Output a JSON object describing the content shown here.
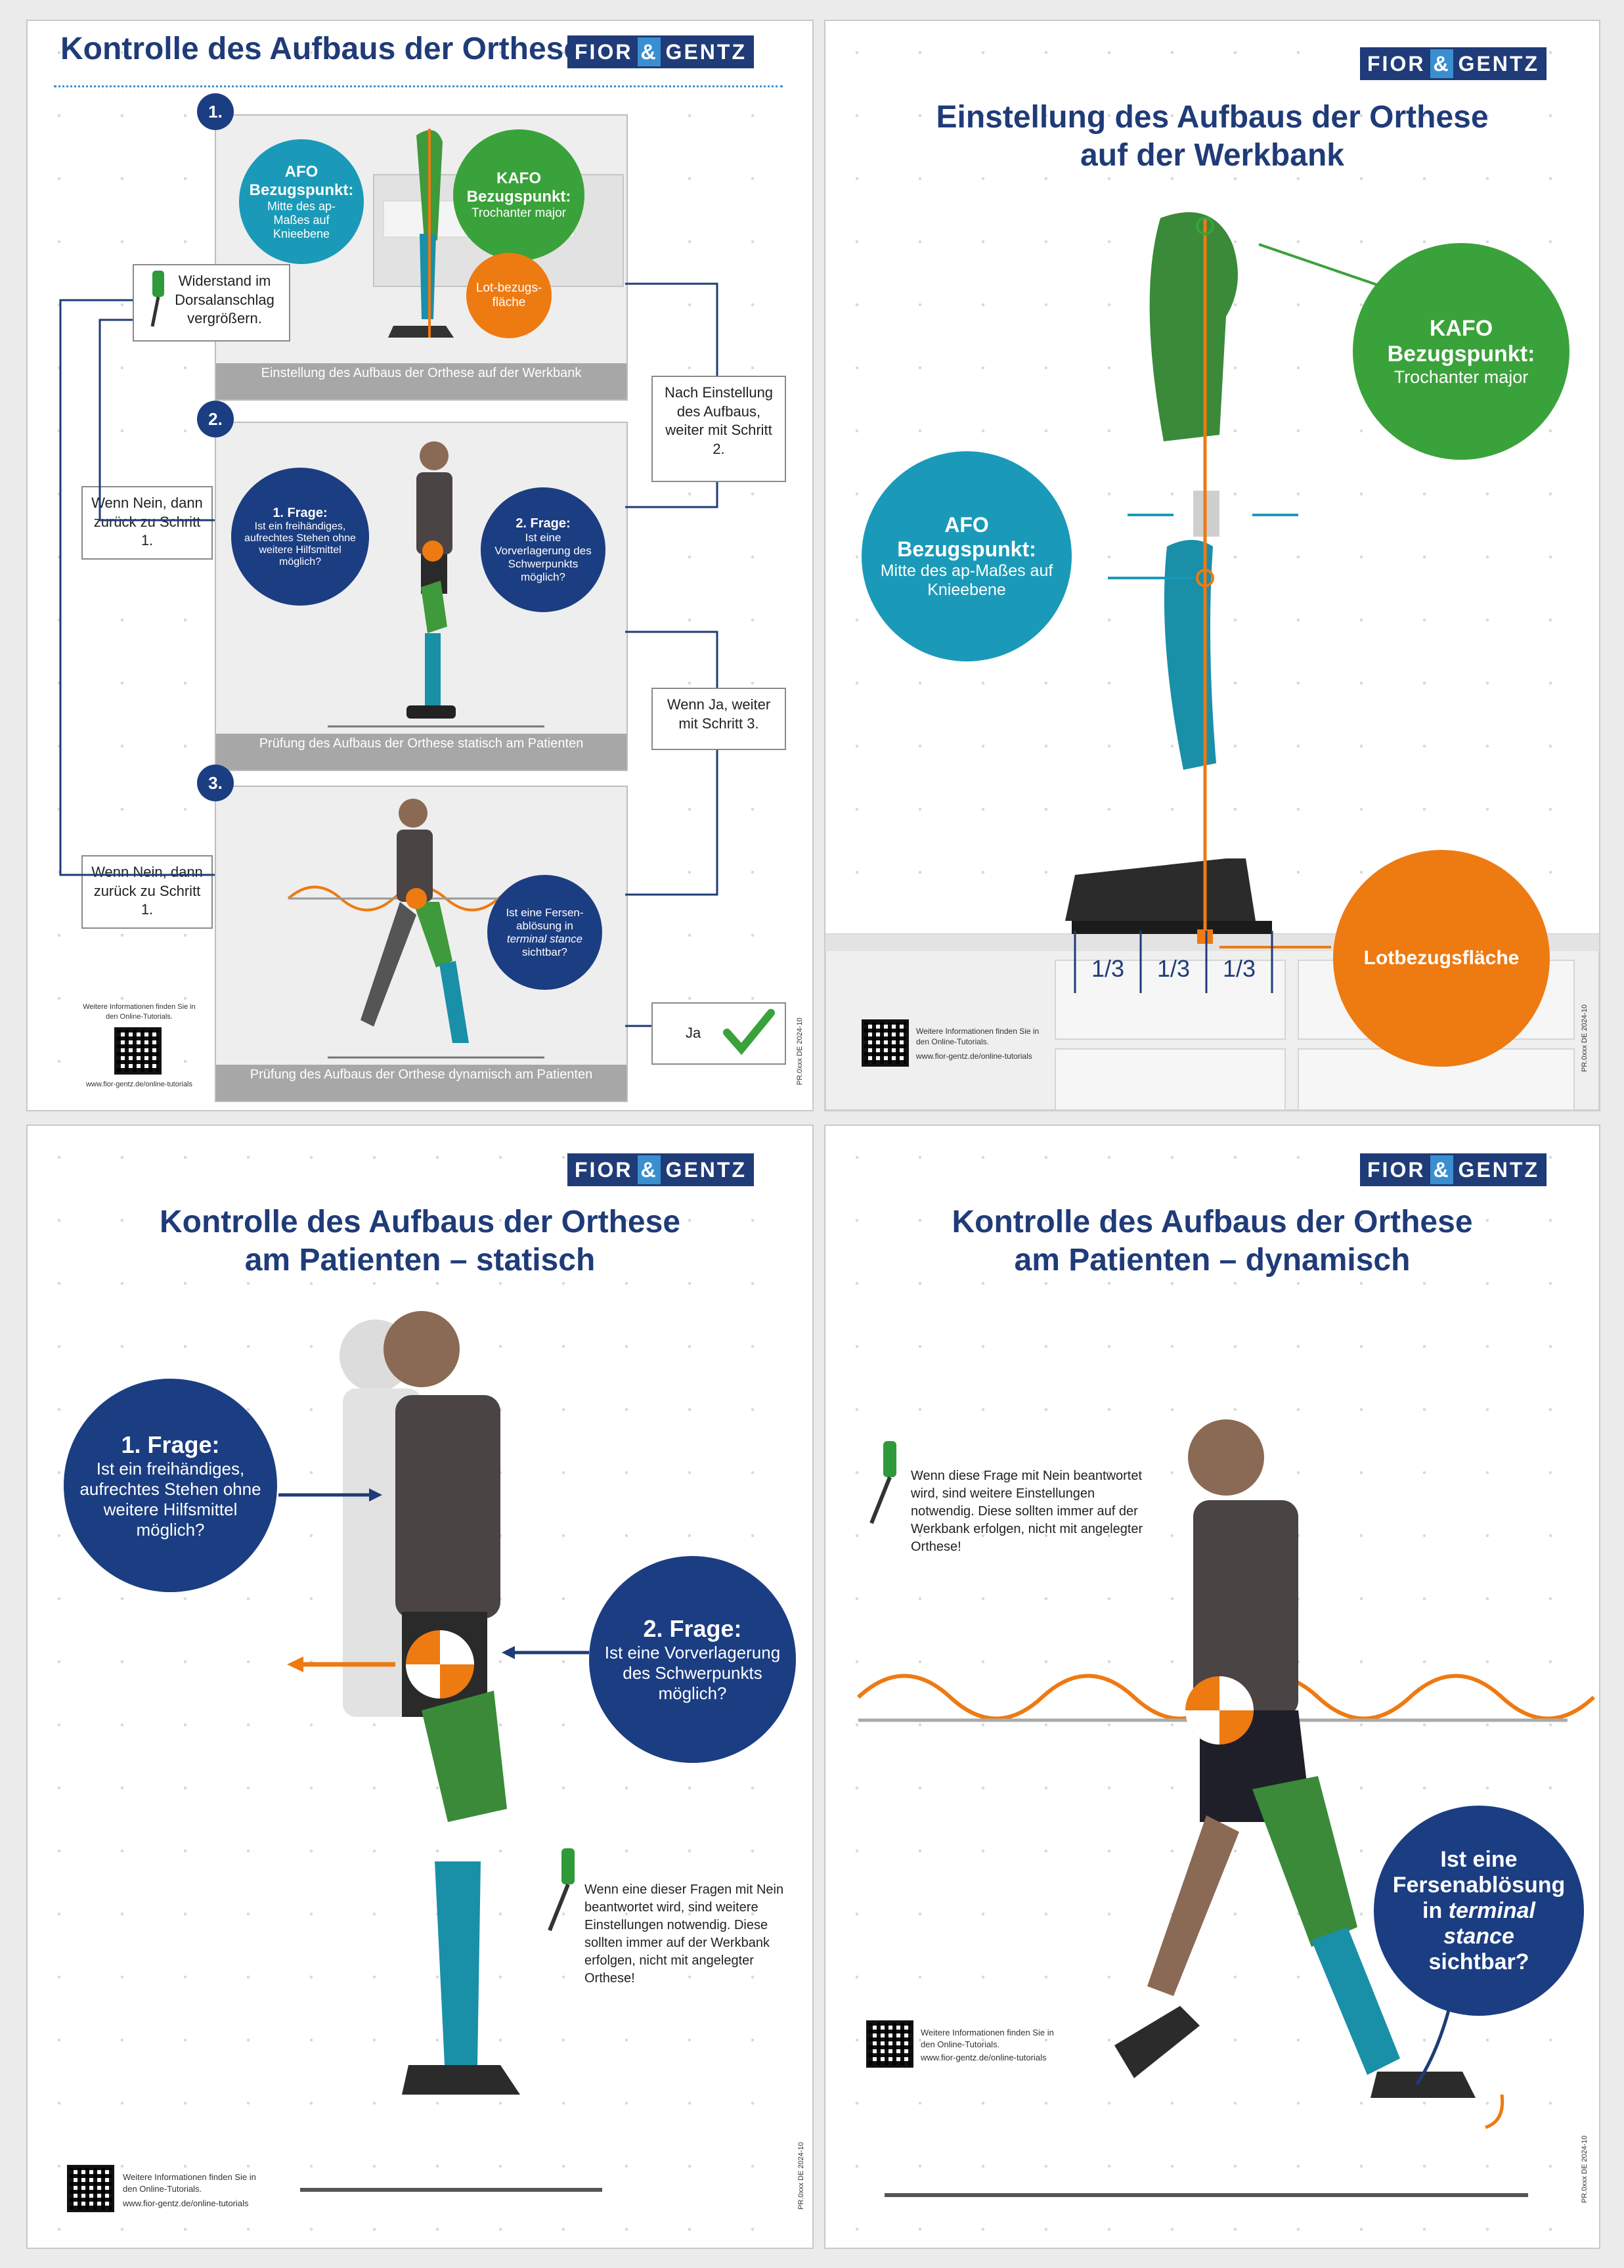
{
  "brand": {
    "left": "FIOR",
    "amp": "&",
    "right": "GENTZ"
  },
  "p1": {
    "title": "Kontrolle des Aufbaus der Orthese",
    "step1": {
      "num": "1.",
      "caption": "Einstellung des Aufbaus der Orthese auf der Werkbank",
      "afo_title": "AFO Bezugspunkt:",
      "afo_text": "Mitte des ap-Maßes auf Knieebene",
      "kafo_title": "KAFO Bezugspunkt:",
      "kafo_text": "Trochanter major",
      "lot": "Lot-bezugs-fläche"
    },
    "step2": {
      "num": "2.",
      "caption": "Prüfung des Aufbaus der Orthese statisch am Patienten",
      "q1_title": "1. Frage:",
      "q1_text": "Ist ein freihändiges, aufrechtes Stehen ohne weitere Hilfsmittel möglich?",
      "q2_title": "2. Frage:",
      "q2_text": "Ist eine Vorverlagerung des Schwerpunkts möglich?"
    },
    "step3": {
      "num": "3.",
      "caption": "Prüfung des Aufbaus der Orthese dynamisch am Patienten",
      "q_text": "Ist eine Fersen-ablösung in",
      "q_em": "terminal stance",
      "q_end": "sichtbar?"
    },
    "box_widerstand": "Widerstand im Dorsalanschlag vergrößern.",
    "box_nach": "Nach Einstellung des Aufbaus, weiter mit Schritt 2.",
    "box_nein1": "Wenn Nein, dann zurück zu Schritt 1.",
    "box_ja3": "Wenn Ja, weiter mit Schritt 3.",
    "box_nein2": "Wenn Nein, dann zurück zu Schritt 1.",
    "box_ja": "Ja",
    "info": "Weitere Informationen finden Sie in den Online-Tutorials.",
    "url": "www.fior-gentz.de/online-tutorials",
    "code": "PR.0xxx DE 2024-10"
  },
  "p2": {
    "title_line1": "Einstellung des Aufbaus der Orthese",
    "title_line2": "auf der Werkbank",
    "kafo_title": "KAFO Bezugspunkt:",
    "kafo_text": "Trochanter major",
    "afo_title": "AFO Bezugspunkt:",
    "afo_text": "Mitte des ap-Maßes auf Knieebene",
    "lot": "Lotbezugsfläche",
    "thirds": [
      "1/3",
      "1/3",
      "1/3"
    ],
    "info": "Weitere Informationen finden Sie in den Online-Tutorials.",
    "url": "www.fior-gentz.de/online-tutorials",
    "code": "PR.0xxx DE 2024-10"
  },
  "p3": {
    "title_line1": "Kontrolle des Aufbaus der Orthese",
    "title_line2": "am Patienten – statisch",
    "q1_title": "1. Frage:",
    "q1_text": "Ist ein freihändiges, aufrechtes Stehen ohne weitere Hilfsmittel möglich?",
    "q2_title": "2. Frage:",
    "q2_text": "Ist eine Vorverlagerung des Schwerpunkts möglich?",
    "note": "Wenn eine dieser Fragen mit Nein beantwortet wird, sind weitere Einstellungen notwendig. Diese sollten immer auf der Werkbank erfolgen, nicht mit angelegter Orthese!",
    "info": "Weitere Informationen finden Sie in den Online-Tutorials.",
    "url": "www.fior-gentz.de/online-tutorials",
    "code": "PR.0xxx DE 2024-10"
  },
  "p4": {
    "title_line1": "Kontrolle des Aufbaus der Orthese",
    "title_line2": "am Patienten – dynamisch",
    "note": "Wenn diese Frage mit Nein beantwortet wird, sind weitere Einstellungen notwendig. Diese sollten immer auf der Werkbank erfolgen, nicht mit angelegter Orthese!",
    "q_line1": "Ist eine",
    "q_line2": "Fersenablösung",
    "q_line3a": "in",
    "q_em": "terminal stance",
    "q_line4": "sichtbar?",
    "info": "Weitere Informationen finden Sie in den Online-Tutorials.",
    "url": "www.fior-gentz.de/online-tutorials",
    "code": "PR.0xxx DE 2024-10"
  }
}
